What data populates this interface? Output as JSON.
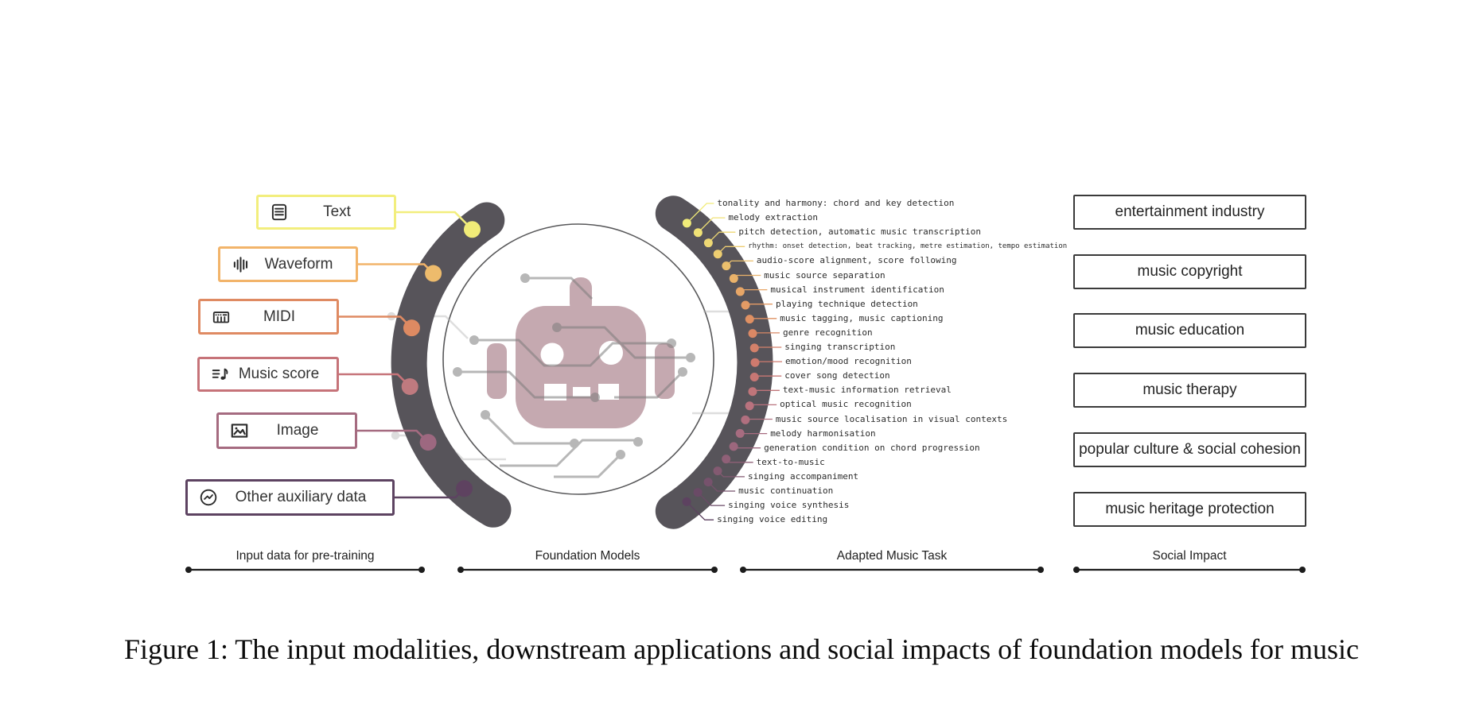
{
  "figure": {
    "caption": "Figure 1: The input modalities, downstream applications and social impacts of foundation models for music"
  },
  "modalities": {
    "items": [
      {
        "label": "Text",
        "icon": "text-icon",
        "color": "#f2ee7d",
        "dot_color": "#f1ec78"
      },
      {
        "label": "Waveform",
        "icon": "waveform-icon",
        "color": "#f2b46a",
        "dot_color": "#edbb6c"
      },
      {
        "label": "MIDI",
        "icon": "midi-icon",
        "color": "#df8a62",
        "dot_color": "#dd8a62"
      },
      {
        "label": "Music score",
        "icon": "music-score-icon",
        "color": "#c67379",
        "dot_color": "#bf7a7f"
      },
      {
        "label": "Image",
        "icon": "image-icon",
        "color": "#a56b80",
        "dot_color": "#9d6880"
      },
      {
        "label": "Other auxiliary data",
        "icon": "chart-icon",
        "color": "#5d4361",
        "dot_color": "#5e4260"
      }
    ]
  },
  "tasks": {
    "items": [
      "tonality and harmony: chord and key detection",
      "melody extraction",
      "pitch detection, automatic music transcription",
      "rhythm: onset detection, beat tracking, metre estimation, tempo estimation",
      "audio-score alignment, score following",
      "music source separation",
      "musical instrument identification",
      "playing technique detection",
      "music tagging, music captioning",
      "genre recognition",
      "singing transcription",
      "emotion/mood recognition",
      "cover song detection",
      "text-music information retrieval",
      "optical music recognition",
      "music source localisation in visual contexts",
      "melody harmonisation",
      "generation condition on chord progression",
      "text-to-music",
      "singing accompaniment",
      "music continuation",
      "singing voice synthesis",
      "singing voice editing"
    ],
    "color_stops": [
      "#f1ec79",
      "#edd072",
      "#e9ab68",
      "#de8d62",
      "#cf7a6e",
      "#bb737e",
      "#a26a80",
      "#805870",
      "#5d4260"
    ]
  },
  "impacts": {
    "items": [
      "entertainment industry",
      "music copyright",
      "music education",
      "music therapy",
      "popular culture & social cohesion",
      "music heritage protection"
    ]
  },
  "sections": {
    "items": [
      "Input data for pre-training",
      "Foundation Models",
      "Adapted Music Task",
      "Social Impact"
    ]
  },
  "colors": {
    "arc": "#57545a",
    "robot": "#c5a9b0",
    "axis": "#1c1c1c",
    "trace_dark": "#7d7d7d",
    "trace_light": "#b5b5b5"
  }
}
